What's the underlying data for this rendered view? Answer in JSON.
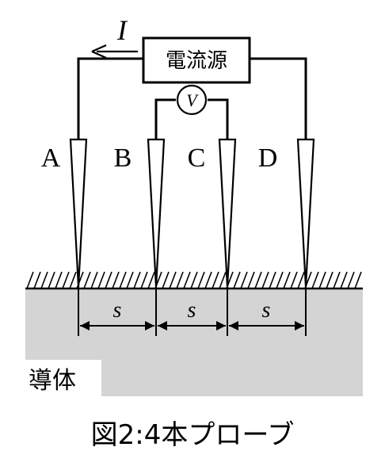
{
  "source_label": "電流源",
  "current_label": "I",
  "voltmeter_label": "V",
  "probes": [
    {
      "label": "A"
    },
    {
      "label": "B"
    },
    {
      "label": "C"
    },
    {
      "label": "D"
    }
  ],
  "spacing_label": "s",
  "conductor_label": "導体",
  "caption": "図2:4本プローブ",
  "colors": {
    "conductor_fill": "#d4d4d4",
    "line": "#000000",
    "background": "#ffffff"
  }
}
